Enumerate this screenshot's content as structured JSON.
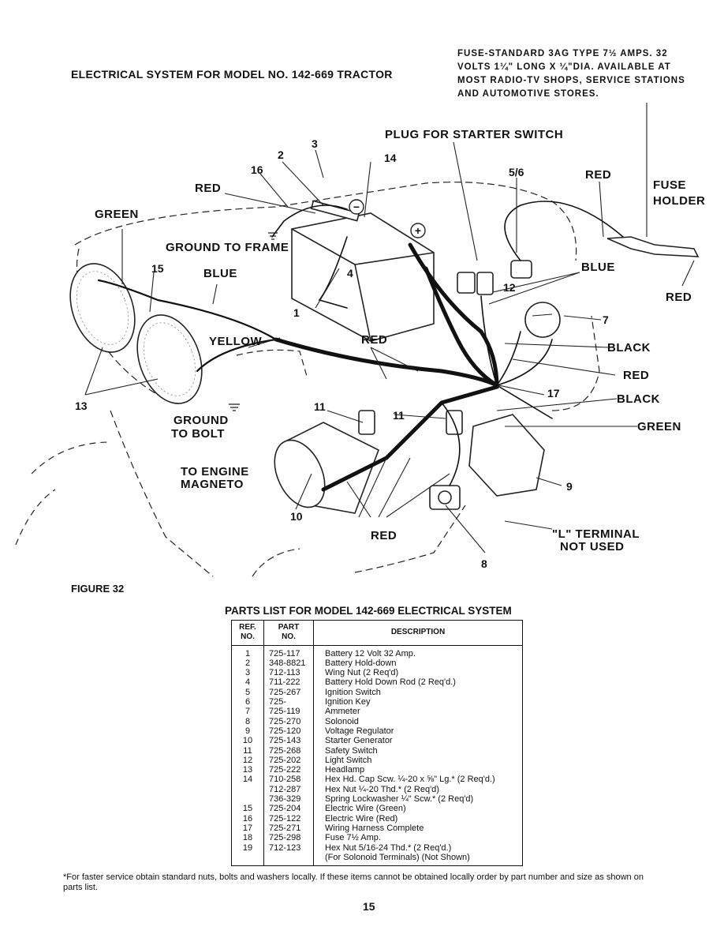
{
  "header": {
    "title": "ELECTRICAL SYSTEM FOR MODEL NO. 142-669 TRACTOR",
    "fuse_note": [
      "FUSE-STANDARD 3AG TYPE 7½ AMPS. 32",
      "VOLTS 1¼\" LONG X ¼\"DIA. AVAILABLE AT",
      "MOST RADIO-TV SHOPS, SERVICE STATIONS",
      "AND AUTOMOTIVE STORES."
    ]
  },
  "diagram": {
    "labels": {
      "plug_starter": "PLUG FOR STARTER SWITCH",
      "red_top": "RED",
      "fuse_holder_1": "FUSE",
      "fuse_holder_2": "HOLDER",
      "red_fuse": "RED",
      "red_left": "RED",
      "green_left": "GREEN",
      "ground_frame": "GROUND TO FRAME",
      "blue_left": "BLUE",
      "blue_right": "BLUE",
      "yellow": "YELLOW",
      "red_mid": "RED",
      "black_1": "BLACK",
      "red_right": "RED",
      "black_2": "BLACK",
      "green_right": "GREEN",
      "ground_bolt_1": "GROUND",
      "ground_bolt_2": "TO BOLT",
      "engine_mag_1": "TO ENGINE",
      "engine_mag_2": "MAGNETO",
      "red_bottom": "RED",
      "l_terminal_1": "\"L\" TERMINAL",
      "l_terminal_2": "NOT USED"
    },
    "numbers": {
      "n1": "1",
      "n2": "2",
      "n3": "3",
      "n4": "4",
      "n56": "5/6",
      "n7": "7",
      "n8": "8",
      "n9": "9",
      "n10": "10",
      "n11a": "11",
      "n11b": "11",
      "n12": "12",
      "n13": "13",
      "n14": "14",
      "n15": "15",
      "n16": "16",
      "n17": "17"
    },
    "battery_plus": "+",
    "battery_minus": "−",
    "figure_label": "FIGURE 32"
  },
  "parts": {
    "title": "PARTS LIST FOR MODEL 142-669 ELECTRICAL SYSTEM",
    "headers": {
      "ref_1": "REF.",
      "ref_2": "NO.",
      "part_1": "PART",
      "part_2": "NO.",
      "desc": "DESCRIPTION"
    },
    "rows": [
      {
        "ref": "1",
        "part": "725-117",
        "desc": "Battery 12 Volt 32 Amp."
      },
      {
        "ref": "2",
        "part": "348-8821",
        "desc": "Battery Hold-down"
      },
      {
        "ref": "3",
        "part": "712-113",
        "desc": "Wing Nut (2 Req'd)"
      },
      {
        "ref": "4",
        "part": "711-222",
        "desc": "Battery Hold Down Rod (2 Req'd.)"
      },
      {
        "ref": "5",
        "part": "725-267",
        "desc": "Ignition Switch"
      },
      {
        "ref": "6",
        "part": "725-",
        "desc": "Ignition Key"
      },
      {
        "ref": "7",
        "part": "725-119",
        "desc": "Ammeter"
      },
      {
        "ref": "8",
        "part": "725-270",
        "desc": "Solonoid"
      },
      {
        "ref": "9",
        "part": "725-120",
        "desc": "Voltage Regulator"
      },
      {
        "ref": "10",
        "part": "725-143",
        "desc": "Starter Generator"
      },
      {
        "ref": "11",
        "part": "725-268",
        "desc": "Safety Switch"
      },
      {
        "ref": "12",
        "part": "725-202",
        "desc": "Light Switch"
      },
      {
        "ref": "13",
        "part": "725-222",
        "desc": "Headlamp"
      },
      {
        "ref": "14",
        "part": "710-258",
        "desc": "Hex Hd. Cap Scw. ¼-20 x ⅝\" Lg.* (2 Req'd.)"
      },
      {
        "ref": "",
        "part": "712-287",
        "desc": "Hex Nut ¼-20 Thd.* (2 Req'd)"
      },
      {
        "ref": "",
        "part": "736-329",
        "desc": "Spring Lockwasher ¼\" Scw.* (2 Req'd)"
      },
      {
        "ref": "15",
        "part": "725-204",
        "desc": "Electric Wire (Green)"
      },
      {
        "ref": "16",
        "part": "725-122",
        "desc": "Electric Wire (Red)"
      },
      {
        "ref": "17",
        "part": "725-271",
        "desc": "Wiring Harness Complete"
      },
      {
        "ref": "18",
        "part": "725-298",
        "desc": "Fuse 7½ Amp."
      },
      {
        "ref": "19",
        "part": "712-123",
        "desc": "Hex Nut 5/16-24 Thd.* (2 Req'd.)"
      },
      {
        "ref": "",
        "part": "",
        "desc": "(For Solonoid Terminals) (Not Shown)"
      }
    ]
  },
  "footnote": "*For faster service obtain standard nuts, bolts and washers locally. If these items cannot be obtained locally order by part number and size as shown on parts list.",
  "page_number": "15"
}
